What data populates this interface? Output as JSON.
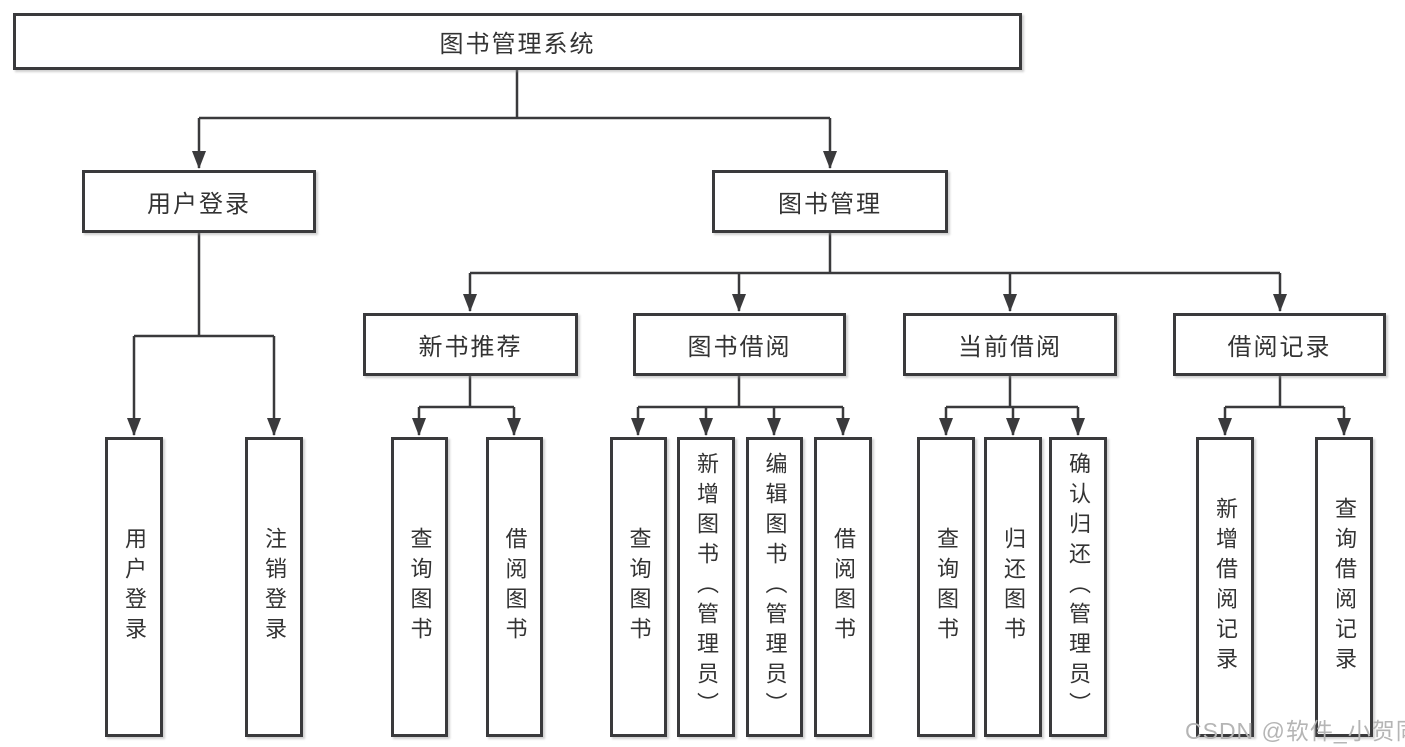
{
  "diagram": {
    "root": {
      "label": "图书管理系统"
    },
    "branches": [
      {
        "label": "用户登录"
      },
      {
        "label": "图书管理"
      }
    ],
    "modules": [
      {
        "label": "新书推荐"
      },
      {
        "label": "图书借阅"
      },
      {
        "label": "当前借阅"
      },
      {
        "label": "借阅记录"
      }
    ],
    "leaves": {
      "user_login": [
        {
          "label": "用户登录"
        },
        {
          "label": "注销登录"
        }
      ],
      "new_book_recommend": [
        {
          "label": "查询图书"
        },
        {
          "label": "借阅图书"
        }
      ],
      "book_borrow": [
        {
          "label": "查询图书"
        },
        {
          "label": "新增图书（管理员）"
        },
        {
          "label": "编辑图书（管理员）"
        },
        {
          "label": "借阅图书"
        }
      ],
      "current_borrow": [
        {
          "label": "查询图书"
        },
        {
          "label": "归还图书"
        },
        {
          "label": "确认归还（管理员）"
        }
      ],
      "borrow_records": [
        {
          "label": "新增借阅记录"
        },
        {
          "label": "查询借阅记录"
        }
      ]
    }
  },
  "watermark": {
    "text": "CSDN @软件_小贺同学"
  },
  "colors": {
    "line": "#3a3a3c",
    "box_border": "#3a3a3c",
    "text": "#333333",
    "watermark": "#b5b5b5",
    "background": "#ffffff"
  }
}
